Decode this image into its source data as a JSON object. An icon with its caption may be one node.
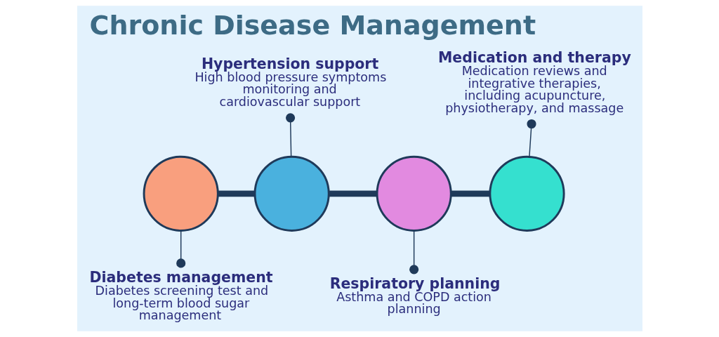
{
  "diagram": {
    "title": "Chronic Disease Management",
    "nodes": [
      {
        "text": [],
        "shape": "circle"
      },
      {
        "text": [],
        "shape": "circle"
      },
      {
        "text": [],
        "shape": "circle"
      },
      {
        "text": [],
        "shape": "circle"
      },
      {
        "text": [
          "Diabetes management",
          "Diabetes screening test and long-term blood sugar management"
        ]
      },
      {
        "text": [
          "Hypertension support",
          "High blood pressure symptoms monitoring and cardiovascular support"
        ]
      },
      {
        "text": [
          "Respiratory planning",
          "Asthma and COPD action planning"
        ]
      },
      {
        "text": [
          "Medication and therapy",
          "Medication reviews and integrative therapies, including acupuncture, physiotherapy, and massage"
        ]
      }
    ],
    "edges": [
      {
        "from": 0,
        "to": 1,
        "arrow": "none",
        "style": "thick"
      },
      {
        "from": 1,
        "to": 2,
        "arrow": "none",
        "style": "thick"
      },
      {
        "from": 2,
        "to": 3,
        "arrow": "none",
        "style": "thick"
      },
      {
        "from": 4,
        "to": 0,
        "arrow": "other"
      },
      {
        "from": 5,
        "to": 1,
        "arrow": "other"
      },
      {
        "from": 6,
        "to": 2,
        "arrow": "other"
      },
      {
        "from": 7,
        "to": 3,
        "arrow": "other"
      }
    ]
  }
}
